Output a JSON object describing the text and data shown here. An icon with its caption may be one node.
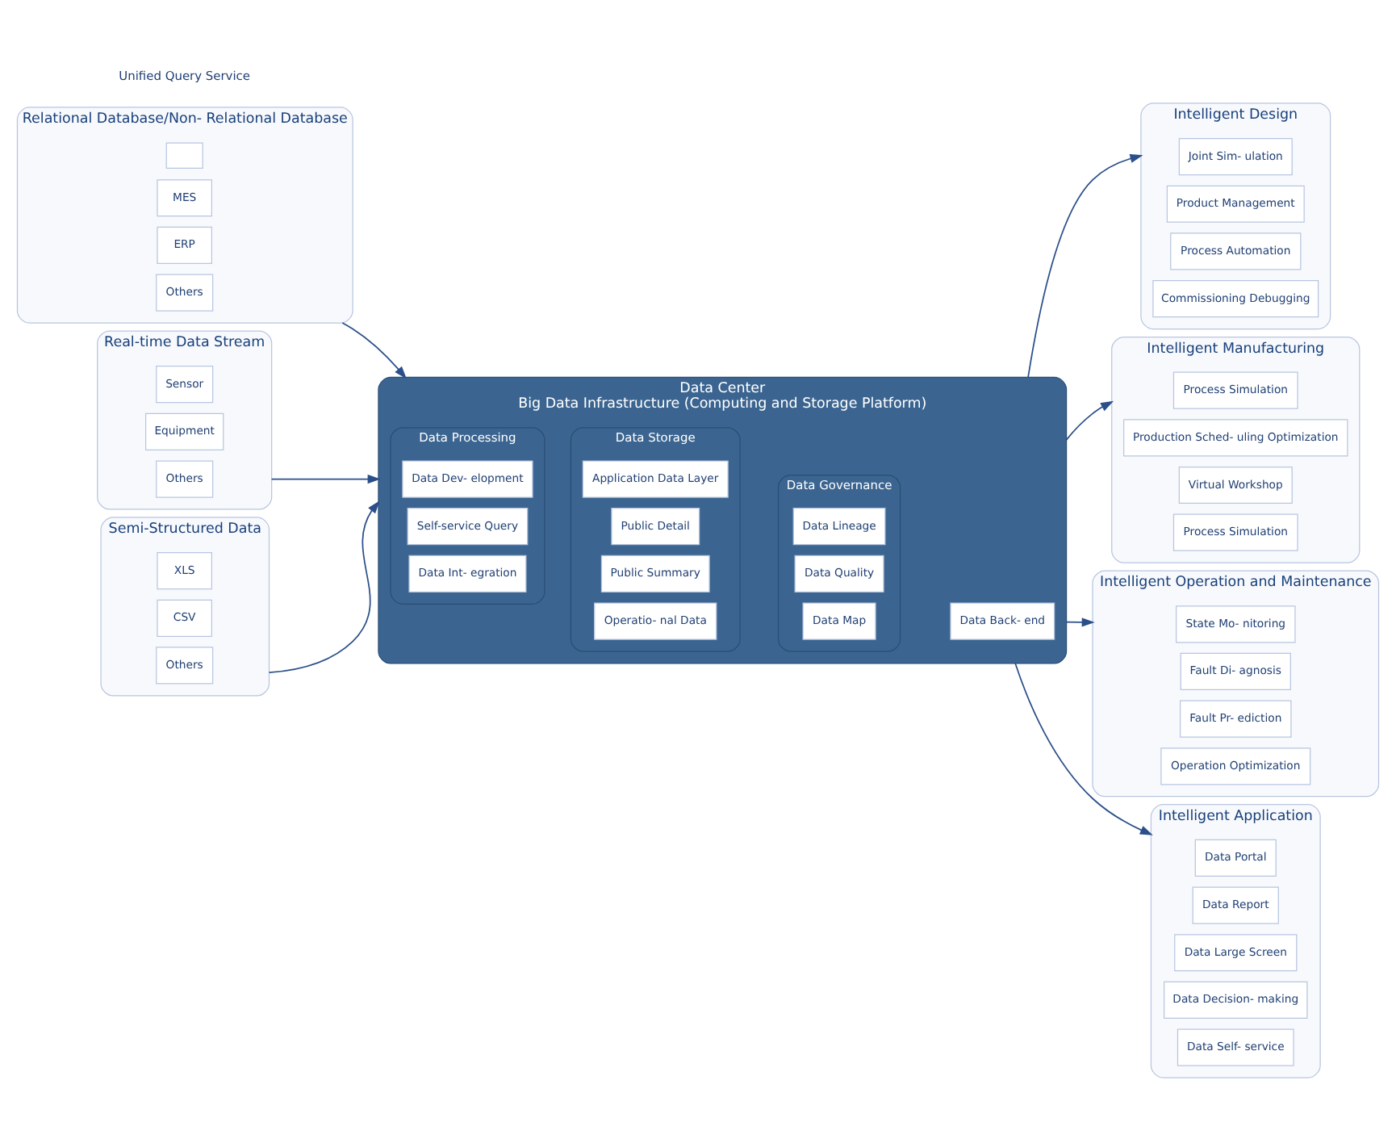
{
  "diagram": {
    "nodes": [
      {
        "text": [
          "Intelligent Design"
        ]
      },
      {
        "text": [
          "Joint Sim- ulation"
        ],
        "in": 0
      },
      {
        "text": [
          "Product Management"
        ],
        "in": 0
      },
      {
        "text": [
          "Process Automation"
        ],
        "in": 0
      },
      {
        "text": [
          "Commissioning Debugging"
        ],
        "in": 0
      },
      {
        "text": [
          "Intelligent Manufacturing"
        ]
      },
      {
        "text": [
          "Process Simulation"
        ],
        "in": 5
      },
      {
        "text": [
          "Production Sched- uling Optimization"
        ],
        "in": 5
      },
      {
        "text": [
          "Virtual Workshop"
        ],
        "in": 5
      },
      {
        "text": [
          "Process Simulation"
        ],
        "in": 5
      },
      {
        "text": [
          "Intelligent Operation and Maintenance"
        ]
      },
      {
        "text": [
          "State Mo- nitoring"
        ],
        "in": 10
      },
      {
        "text": [
          "Fault Di- agnosis"
        ],
        "in": 10
      },
      {
        "text": [
          "Fault Pr- ediction"
        ],
        "in": 10
      },
      {
        "text": [
          "Operation Optimization"
        ],
        "in": 10
      },
      {
        "text": [
          "Data Center",
          "Big Data Infrastructure (Computing and Storage Platform)"
        ]
      },
      {
        "text": [
          "Data Processing"
        ],
        "in": 15
      },
      {
        "text": [
          "Data Dev- elopment"
        ],
        "in": 16
      },
      {
        "text": [
          "Self-service Query"
        ],
        "in": 16
      },
      {
        "text": [
          "Data Int- egration"
        ],
        "in": 16
      },
      {
        "text": [
          "Data Storage"
        ],
        "in": 15
      },
      {
        "text": [
          "Application Data Layer"
        ],
        "in": 20
      },
      {
        "text": [
          "Public Detail"
        ],
        "in": 20
      },
      {
        "text": [
          "Public Summary"
        ],
        "in": 20
      },
      {
        "text": [
          "Operatio- nal Data"
        ],
        "in": 20
      },
      {
        "text": [
          "Data Governance"
        ],
        "in": 15
      },
      {
        "text": [
          "Data Lineage"
        ],
        "in": 25
      },
      {
        "text": [
          "Data Quality"
        ],
        "in": 25
      },
      {
        "text": [
          "Data Map"
        ],
        "in": 25
      },
      {
        "text": [
          "Data Back- end"
        ],
        "in": 15
      },
      {
        "text": [
          "Intelligent Application"
        ]
      },
      {
        "text": [
          "Data Portal"
        ],
        "in": 30
      },
      {
        "text": [
          "Data Report"
        ],
        "in": 30
      },
      {
        "text": [
          "Data Large Screen"
        ],
        "in": 30
      },
      {
        "text": [
          "Data Decision- making"
        ],
        "in": 30
      },
      {
        "text": [
          "Data Self- service"
        ],
        "in": 30
      },
      {
        "text": [
          "Relational Database/Non- Relational Database"
        ]
      },
      {
        "text": [],
        "shape": "box",
        "in": 36
      },
      {
        "text": [
          "MES"
        ],
        "in": 36
      },
      {
        "text": [
          "ERP"
        ],
        "in": 36
      },
      {
        "text": [
          "Others"
        ],
        "in": 36
      },
      {
        "text": [
          "Real-time Data Stream"
        ]
      },
      {
        "text": [
          "Sensor"
        ],
        "in": 41
      },
      {
        "text": [
          "Equipment"
        ],
        "in": 41
      },
      {
        "text": [
          "Others"
        ],
        "in": 41
      },
      {
        "text": [
          "Semi-Structured Data"
        ]
      },
      {
        "text": [
          "XLS"
        ],
        "in": 45
      },
      {
        "text": [
          "CSV"
        ],
        "in": 45
      },
      {
        "text": [
          "Others"
        ],
        "in": 45
      }
    ],
    "edges": [
      {
        "from": 36,
        "to": 15,
        "arrow": "to"
      },
      {
        "from": 41,
        "to": 15,
        "arrow": "to"
      },
      {
        "from": 45,
        "to": 15,
        "arrow": "to"
      },
      {
        "from": 15,
        "to": 0,
        "arrow": "to"
      },
      {
        "from": 15,
        "to": 5,
        "arrow": "to"
      },
      {
        "from": 15,
        "to": 10,
        "arrow": "to"
      },
      {
        "from": 15,
        "to": 30,
        "arrow": "to"
      }
    ],
    "labels": [
      "Unified Query Service"
    ]
  }
}
